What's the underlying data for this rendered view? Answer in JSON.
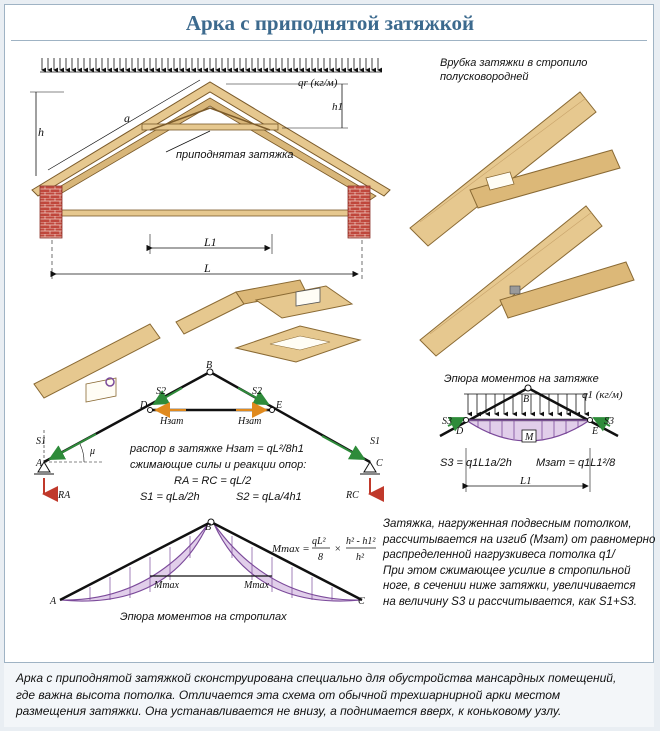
{
  "title": "Арка с приподнятой затяжкой",
  "top_diagram": {
    "load_label": "qr (кг/м)",
    "height_h": "h",
    "height_h1": "h1",
    "length_a": "a",
    "raised_tie_label": "приподнятая затяжка",
    "span_L1": "L1",
    "span_L": "L"
  },
  "joint_caption": [
    "Врубка затяжки в стропило",
    "полусковородней"
  ],
  "moment_tie_caption": "Эпюра моментов на затяжке",
  "tie_diagram": {
    "load_label": "q1 (кг/м)",
    "node_b": "B",
    "node_d": "D",
    "node_e": "E",
    "s3_left": "S3",
    "s3_right": "S3",
    "m_label": "M",
    "formula_s3": "S3 = q1L1a/2h",
    "formula_m": "Mзат = q1L1²/8",
    "span_L1": "L1"
  },
  "force_diagram": {
    "node_a": "A",
    "node_b": "B",
    "node_c": "C",
    "node_d": "D",
    "node_e": "E",
    "s1_left": "S1",
    "s1_right": "S1",
    "s2_left": "S2",
    "s2_right": "S2",
    "h_left": "Hзат",
    "h_right": "Hзат",
    "mu": "μ",
    "ra": "RA",
    "rc": "RC",
    "line1": "распор в затяжке Hзат = qL²/8h1",
    "line2": "сжимающие силы и реакции опор:",
    "line3": "RA = RC = qL/2",
    "line4a": "S1 = qLa/2h",
    "line4b": "S2 = qLa/4h1"
  },
  "rafter_moment": {
    "node_a": "A",
    "node_b": "B",
    "node_c": "C",
    "mmax_left": "Mmax",
    "mmax_right": "Mmax",
    "formula_lhs": "Mmax =",
    "formula_num1": "qL²",
    "formula_den1": "8",
    "formula_times": "×",
    "formula_num2": "h² - h1²",
    "formula_den2": "h²",
    "caption": "Эпюра моментов на стропилах"
  },
  "note_lines": [
    "Затяжка, нагруженная подвесным потолком,",
    "рассчитывается на изгиб  (Мзат) от равномерно",
    "распределенной нагрузкивеса потолка q1/",
    "При этом сжимающее усилие в стропильной",
    "ноге, в сечении ниже затяжки, увеличивается",
    "на величину S3 и рассчитывается, как S1+S3."
  ],
  "footer_lines": [
    "Арка с приподнятой затяжкой сконструирована специально для обустройства мансардных помещений,",
    "где важна высота потолка. Отличается эта схема от обычной трехшарнирной арки местом",
    "размещения затяжки. Она устанавливается не внизу, а поднимается вверх, к коньковому узлу."
  ],
  "colors": {
    "title": "#3c6a8e",
    "wood": "#e6c88f",
    "brick": "#c0473c",
    "force_green": "#2e8b3a",
    "force_orange": "#e08a1e",
    "moment_fill": "#c9a6d9",
    "moment_stroke": "#7b4a9a"
  }
}
